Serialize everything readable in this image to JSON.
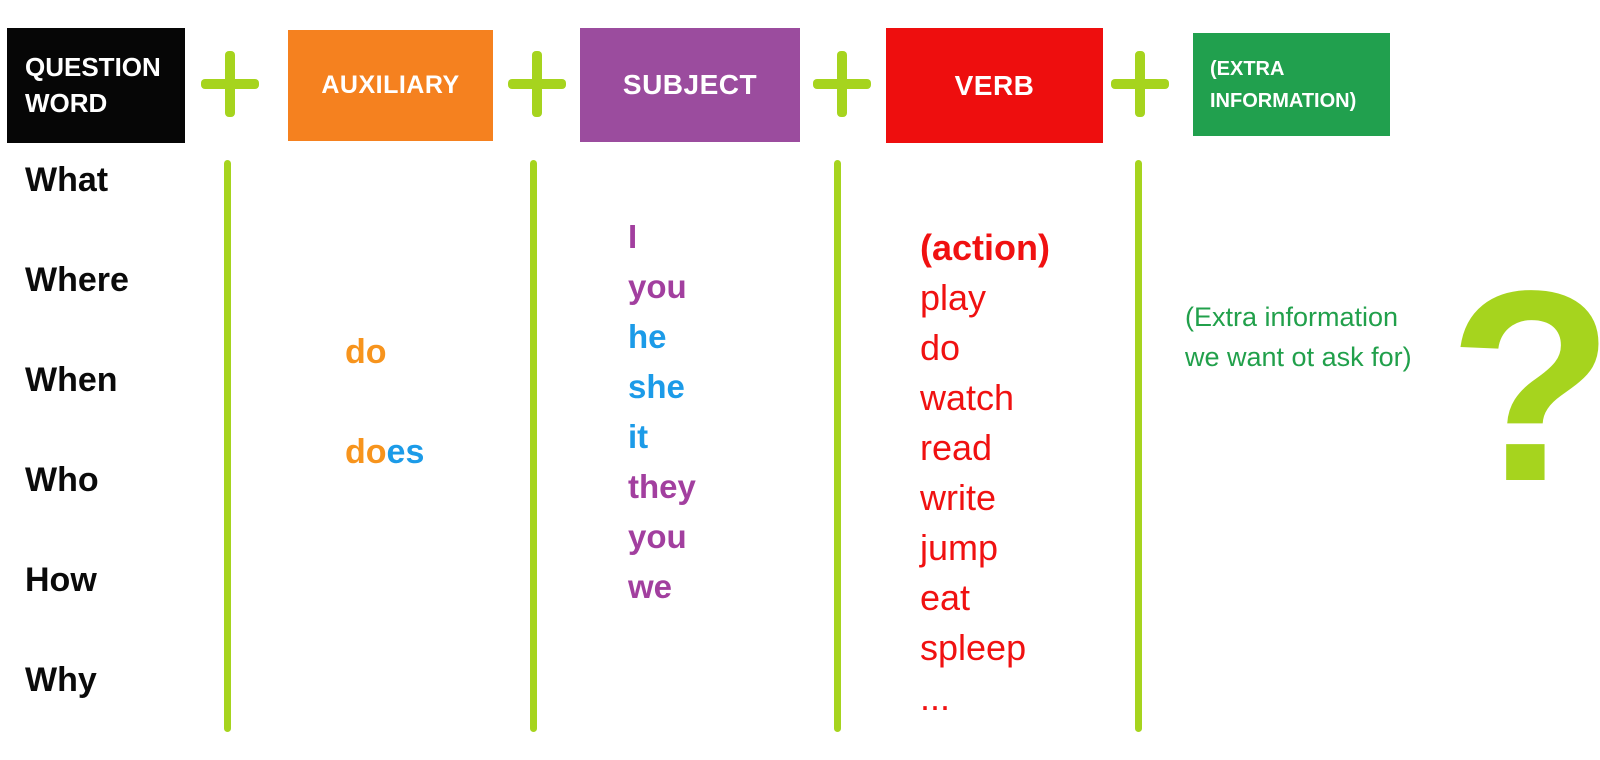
{
  "header": {
    "plus_icon": "+",
    "boxes": [
      {
        "label": "QUESTION WORD",
        "bg": "#060606"
      },
      {
        "label": "AUXILIARY",
        "bg": "#F5811F"
      },
      {
        "label": "SUBJECT",
        "bg": "#9B4C9E"
      },
      {
        "label": "VERB",
        "bg": "#EE0E0E"
      },
      {
        "label": "(EXTRA INFORMATION)",
        "bg": "#21A04E"
      }
    ]
  },
  "columns": {
    "question_words": [
      "What",
      "Where",
      "When",
      "Who",
      "How",
      "Why"
    ],
    "auxiliary": {
      "do": {
        "text": "do",
        "color": "#F7941D"
      },
      "does_part1": {
        "text": "do",
        "color": "#F7941D"
      },
      "does_part2": {
        "text": "es",
        "color": "#1C9BE8"
      }
    },
    "subjects": [
      {
        "text": "I",
        "color": "#A23F9F"
      },
      {
        "text": "you",
        "color": "#A23F9F"
      },
      {
        "text": "he",
        "color": "#1C9BE8"
      },
      {
        "text": "she",
        "color": "#1C9BE8"
      },
      {
        "text": "it",
        "color": "#1C9BE8"
      },
      {
        "text": "they",
        "color": "#A23F9F"
      },
      {
        "text": "you",
        "color": "#A23F9F"
      },
      {
        "text": "we",
        "color": "#A23F9F"
      }
    ],
    "verbs": [
      {
        "text": "(action)",
        "style": "bold"
      },
      {
        "text": "play"
      },
      {
        "text": "do"
      },
      {
        "text": "watch"
      },
      {
        "text": "read"
      },
      {
        "text": "write"
      },
      {
        "text": "jump"
      },
      {
        "text": "eat"
      },
      {
        "text": "spleep"
      },
      {
        "text": "..."
      }
    ],
    "extra_note_line1": "(Extra information",
    "extra_note_line2": "we want ot ask for)",
    "question_mark": "?"
  },
  "colors": {
    "accent_green": "#A6D41E",
    "question_word_black": "#0A0A0A",
    "verb_red": "#F01111",
    "note_green": "#21A04B"
  }
}
